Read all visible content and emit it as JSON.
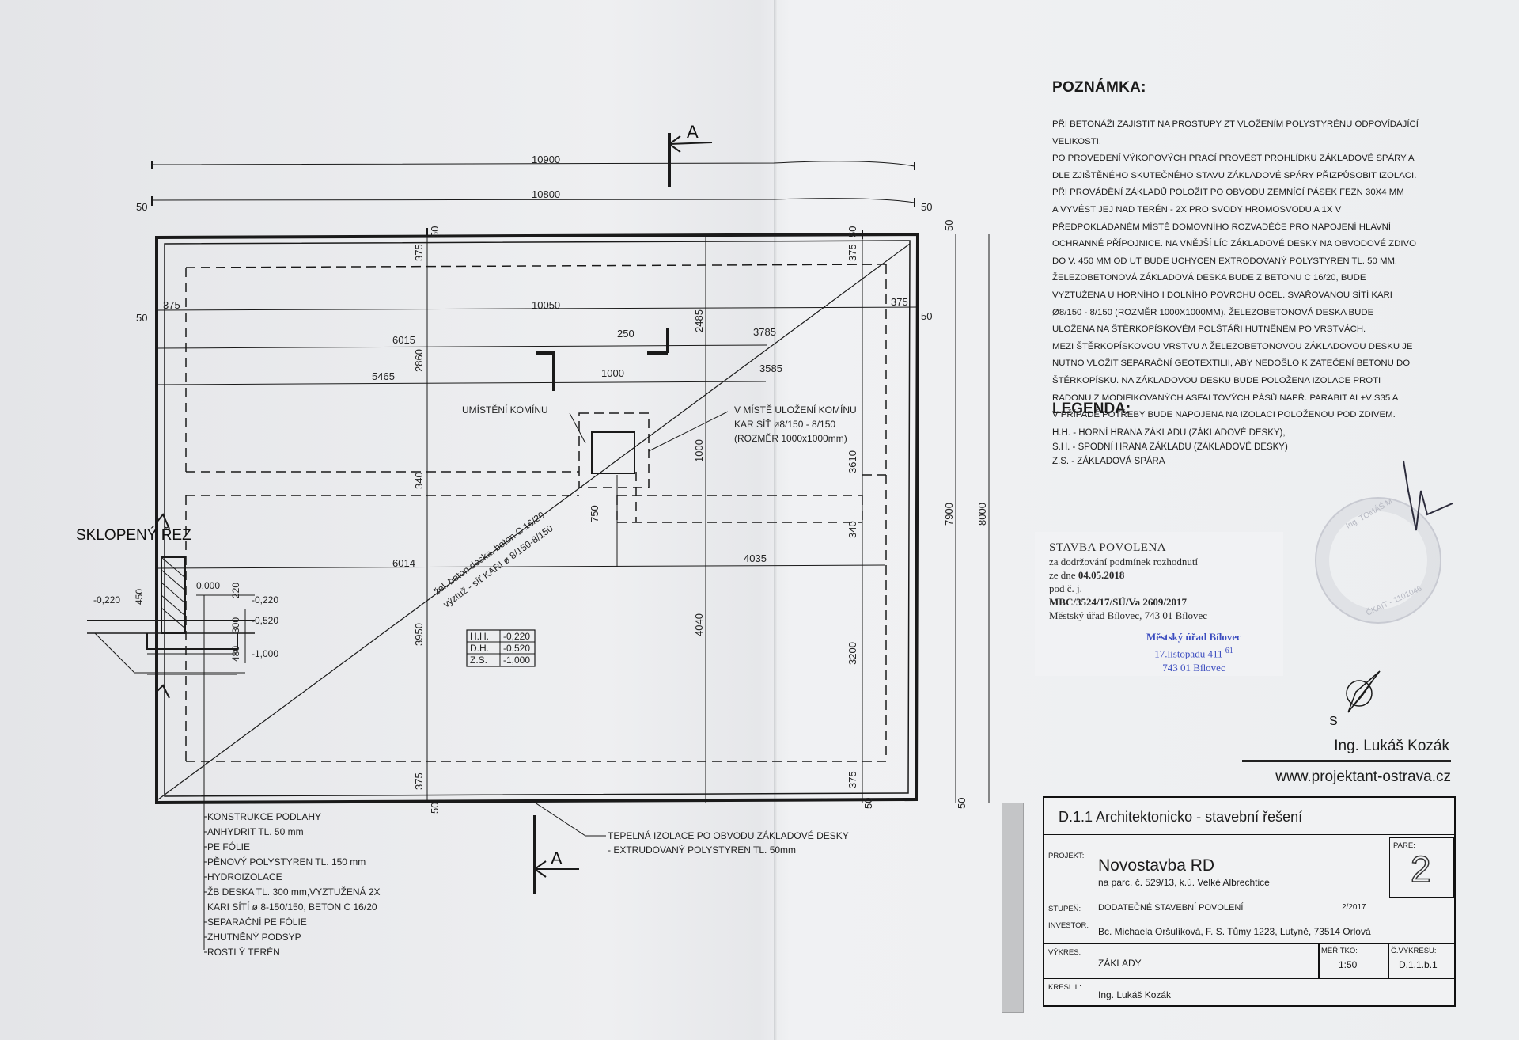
{
  "plan": {
    "section_label": "SKLOPENÝ ŘEZ",
    "cut_marker": "A",
    "dims_top": {
      "overall_1": "10900",
      "overall_2": "10800",
      "edge_left": "50",
      "edge_right": "50",
      "inner": "10050",
      "offset_left": "375",
      "offset_right": "375",
      "d6015": "6015",
      "d5465": "5465",
      "d250": "250",
      "d1000": "1000",
      "d3785": "3785",
      "d3585": "3585",
      "d6014": "6014",
      "d4035": "4035"
    },
    "dims_vertical": {
      "v50a": "50",
      "v375a": "375",
      "v2860": "2860",
      "v340a": "340",
      "v3950": "3950",
      "v375b": "375",
      "v50b": "50",
      "v2485": "2485",
      "v1000": "1000",
      "v750": "750",
      "v4040": "4040",
      "v3610": "3610",
      "v340b": "340",
      "v3200": "3200",
      "v7900": "7900",
      "v8000": "8000",
      "v50r1": "50",
      "v50r2": "50",
      "v50l": "50"
    },
    "chimney_label": "UMÍSTĚNÍ KOMÍNU",
    "chimney_note": [
      "V MÍSTĚ ULOŽENÍ KOMÍNU",
      "KAR SÍŤ ø8/150 - 8/150",
      "(ROZMĚR 1000x1000mm)"
    ],
    "slab_note": [
      "žel. beton deska, beton C 16/20",
      "výztuž - síť KARI ø 8/150-8/150"
    ],
    "levels": [
      {
        "k": "H.H.",
        "v": "-0,220"
      },
      {
        "k": "D.H.",
        "v": "-0,520"
      },
      {
        "k": "Z.S.",
        "v": "-1,000"
      }
    ],
    "section_levels": [
      "0,000",
      "-0,220",
      "-0,220",
      "-0,520",
      "-1,000"
    ],
    "section_dims": [
      "450",
      "220",
      "300",
      "480"
    ],
    "insulation_note": [
      "TEPELNÁ IZOLACE PO OBVODU ZÁKLADOVÉ DESKY",
      "- EXTRUDOVANÝ POLYSTYREN TL. 50mm"
    ],
    "layers": [
      "KONSTRUKCE PODLAHY",
      "ANHYDRIT TL. 50 mm",
      "PE FÓLIE",
      "PĚNOVÝ POLYSTYREN TL. 150 mm",
      "HYDROIZOLACE",
      "ŽB DESKA TL. 300 mm,VYZTUŽENÁ 2X",
      "KARI SÍTÍ ø 8-150/150, BETON C 16/20",
      "SEPARAČNÍ PE FÓLIE",
      "ZHUTNĚNÝ PODSYP",
      "ROSTLÝ TERÉN"
    ]
  },
  "notes": {
    "title": "POZNÁMKA:",
    "lines": [
      "PŘI BETONÁŽI ZAJISTIT NA PROSTUPY ZT VLOŽENÍM POLYSTYRÉNU ODPOVÍDAJÍCÍ",
      "VELIKOSTI.",
      "PO PROVEDENÍ VÝKOPOVÝCH PRACÍ PROVÉST PROHLÍDKU ZÁKLADOVÉ SPÁRY A",
      "DLE ZJIŠTĚNÉHO SKUTEČNÉHO STAVU ZÁKLADOVÉ SPÁRY PŘIZPŮSOBIT IZOLACI.",
      "PŘI PROVÁDĚNÍ ZÁKLADŮ POLOŽIT PO OBVODU ZEMNÍCÍ PÁSEK FeZn 30x4 mm",
      "A VYVÉST JEJ NAD TERÉN - 2x PRO SVODY HROMOSVODU A 1x V",
      "PŘEDPOKLÁDANÉM MÍSTĚ DOMOVNÍHO ROZVADĚČE PRO NAPOJENÍ HLAVNÍ",
      "OCHRANNÉ PŘÍPOJNICE. NA VNĚJŠÍ LÍC ZÁKLADOVÉ DESKY NA OBVODOVÉ ZDIVO",
      "DO V. 450 mm OD UT BUDE UCHYCEN EXTRODOVANÝ POLYSTYREN TL. 50 mm.",
      "ŽELEZOBETONOVÁ ZÁKLADOVÁ DESKA BUDE Z BETONU C 16/20, BUDE",
      "VYZTUŽENA U HORNÍHO I DOLNÍHO POVRCHU OCEL. SVAŘOVANOU SÍTÍ KARI",
      "ø8/150 - 8/150 (ROZMĚR 1000x1000mm). ŽELEZOBETONOVÁ DESKA BUDE",
      "ULOŽENA NA ŠTĚRKOPÍSKOVÉM POLŠTÁŘI HUTNĚNÉM PO VRSTVÁCH.",
      "MEZI ŠTĚRKOPÍSKOVOU VRSTVU A ŽELEZOBETONOVOU ZÁKLADOVOU DESKU JE",
      "NUTNO VLOŽIT SEPARAČNÍ GEOTEXTILII, ABY NEDOŠLO K ZATEČENÍ BETONU DO",
      "ŠTĚRKOPÍSKU. NA ZÁKLADOVOU DESKU BUDE POLOŽENA IZOLACE PROTI",
      "RADONU Z MODIFIKOVANÝCH ASFALTOVÝCH PÁSŮ NAPŘ. PARABIT AL+V S35 A",
      "V PŘÍPADĚ POTŘEBY BUDE NAPOJENA NA IZOLACI POLOŽENOU POD ZDIVEM."
    ]
  },
  "legend": {
    "title": "LEGENDA:",
    "items": [
      "H.H. - HORNÍ HRANA ZÁKLADU (ZÁKLADOVÉ DESKY),",
      "S.H. - SPODNÍ HRANA ZÁKLADU (ZÁKLADOVÉ DESKY)",
      "Z.S. - ZÁKLADOVÁ SPÁRA"
    ]
  },
  "stamp": {
    "title": "STAVBA POVOLENA",
    "line1": "za dodržování podmínek rozhodnutí",
    "line2_prefix": "ze dne ",
    "date": "04.05.2018",
    "line3": "pod č. j.",
    "ref": "MBC/3524/17/SÚ/Va 2609/2017",
    "office": "Městský úřad Bílovec, 743 01 Bílovec",
    "blue_1": "Městský úřad Bílovec",
    "blue_2": "17.listopadu 411",
    "blue_3": "743 01 Bílovec",
    "blue_num": "61"
  },
  "seal": {
    "top": "Ing. TOMÁŠ M",
    "bottom": "ČKAIT - 1101046"
  },
  "author": {
    "name": "Ing. Lukáš Kozák",
    "web": "www.projektant-ostrava.cz"
  },
  "north_label": "S",
  "title_block": {
    "title": "D.1.1 Architektonicko - stavební řešení",
    "projekt_key": "PROJEKT:",
    "projekt_name": "Novostavba RD",
    "projekt_sub": "na parc. č. 529/13, k.ú. Velké Albrechtice",
    "pare_key": "PARE:",
    "pare_val": "2",
    "stupen_key": "STUPEŇ:",
    "stupen_val": "DODATEČNÉ STAVEBNÍ POVOLENÍ",
    "stupen_date": "2/2017",
    "investor_key": "INVESTOR:",
    "investor_val": "Bc. Michaela Oršulíková, F. S. Tůmy 1223, Lutyně, 73514 Orlová",
    "vykres_key": "VÝKRES:",
    "vykres_val": "ZÁKLADY",
    "meritko_key": "MĚŘÍTKO:",
    "meritko_val": "1:50",
    "cislo_key": "Č.VÝKRESU:",
    "cislo_val": "D.1.1.b.1",
    "kreslil_key": "KRESLIL:",
    "kreslil_val": "Ing. Lukáš Kozák"
  }
}
